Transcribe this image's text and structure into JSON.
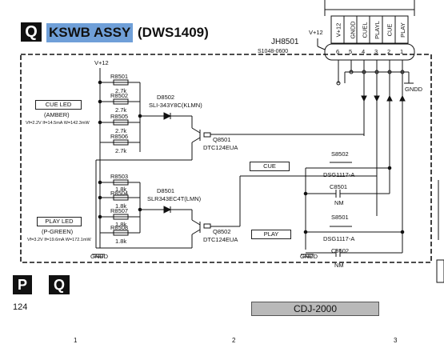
{
  "section_letter": "Q",
  "title": {
    "highlighted": "KSWB ASSY",
    "rest": "(DWS1409)"
  },
  "connector": {
    "ref": "JH8501",
    "part": "S1048-0600",
    "supply": "V+12",
    "pins": [
      {
        "num": "6",
        "name": "V+12"
      },
      {
        "num": "5",
        "name": "GNDD"
      },
      {
        "num": "4",
        "name": "CUEL"
      },
      {
        "num": "3",
        "name": "PLAYL"
      },
      {
        "num": "2",
        "name": "CUE"
      },
      {
        "num": "1",
        "name": "PLAY"
      }
    ],
    "ground": "GNDD"
  },
  "cue_led": {
    "label": "CUE LED",
    "color": "(AMBER)",
    "spec": "Vf=2.2V If=14.5mA W=142.3mW",
    "supply": "V+12",
    "resistors": [
      {
        "ref": "R8501",
        "value": "2.7k"
      },
      {
        "ref": "R8502",
        "value": "2.7k"
      },
      {
        "ref": "R8505",
        "value": "2.7k"
      },
      {
        "ref": "R8506",
        "value": "2.7k"
      }
    ],
    "diode": {
      "ref": "D8502",
      "part": "SLI-343Y8C(KLMN)"
    },
    "transistor": {
      "ref": "Q8501",
      "part": "DTC124EUA"
    }
  },
  "play_led": {
    "label": "PLAY LED",
    "color": "(P-GREEN)",
    "spec": "Vf=3.2V If=19.6mA W=172.1mW",
    "resistors": [
      {
        "ref": "R8503",
        "value": "1.8k"
      },
      {
        "ref": "R8504",
        "value": "1.8k"
      },
      {
        "ref": "R8507",
        "value": "1.8k"
      },
      {
        "ref": "R8508",
        "value": "1.8k"
      }
    ],
    "diode": {
      "ref": "D8501",
      "part": "SLR343EC4T(LMN)"
    },
    "transistor": {
      "ref": "Q8502",
      "part": "DTC124EUA"
    }
  },
  "cue_switch": {
    "label": "CUE",
    "switch": {
      "ref": "S8502",
      "part": "DSG1117-A"
    },
    "cap": {
      "ref": "C8501",
      "value": "NM"
    }
  },
  "play_switch": {
    "label": "PLAY",
    "switch": {
      "ref": "S8501",
      "part": "DSG1117-A"
    },
    "cap": {
      "ref": "C8502",
      "value": "NM"
    }
  },
  "grounds": {
    "left": "GNDD",
    "switch": "GNDD"
  },
  "footer": {
    "letters": [
      "P",
      "Q"
    ],
    "page": "124",
    "model": "CDJ-2000",
    "grid_marks": [
      "1",
      "2",
      "3"
    ]
  }
}
